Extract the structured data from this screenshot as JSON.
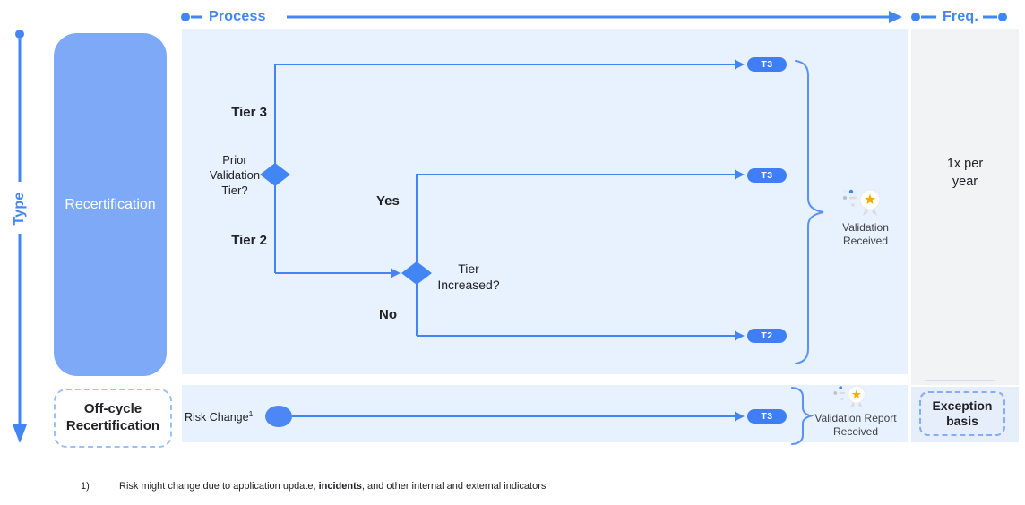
{
  "colors": {
    "accent": "#4285f4",
    "accent-deep": "#3f7ef4",
    "brace": "#5b91f5",
    "panel-blue": "#e8f1fe",
    "panel-gray": "#f1f3f4",
    "panel-blue-muted": "#e7eefb",
    "recert-box": "#7da9f7",
    "text-dark": "#202124",
    "text-secondary": "#3c4043",
    "star": "#f9ab00",
    "divider": "#dadce0"
  },
  "axes": {
    "type": "Type",
    "process": "Process",
    "freq": "Freq."
  },
  "rows": {
    "recertification": "Recertification",
    "off_cycle": "Off-cycle\nRecertification"
  },
  "flow": {
    "decision_prior": "Prior\nValidation\nTier?",
    "decision_tier_increased": "Tier\nIncreased?",
    "label_tier3": "Tier 3",
    "label_tier2": "Tier 2",
    "label_yes": "Yes",
    "label_no": "No",
    "pills": [
      {
        "label": "T3"
      },
      {
        "label": "T3"
      },
      {
        "label": "T2"
      },
      {
        "label": "T3"
      }
    ],
    "outcome_recert": "Validation\nReceived",
    "outcome_off_cycle": "Validation Report\nReceived",
    "risk_change_label": "Risk Change",
    "risk_change_footnote_ref": "1"
  },
  "freq": {
    "recert": "1x per\nyear",
    "off_cycle": "Exception\nbasis"
  },
  "footnote": {
    "marker": "1)",
    "pre": "Risk might change due to application update, ",
    "bold": "incidents",
    "post": ", and other internal and external indicators"
  }
}
